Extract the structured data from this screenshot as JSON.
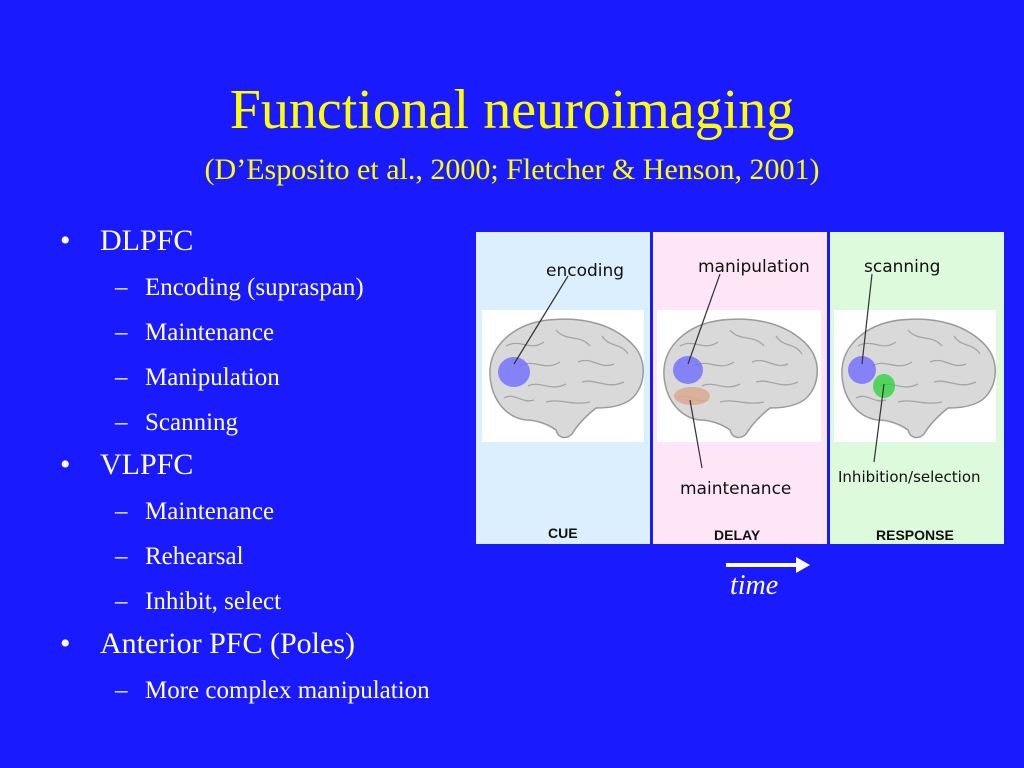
{
  "slide": {
    "title": "Functional neuroimaging",
    "subtitle": "(D’Esposito et al., 2000; Fletcher & Henson, 2001)"
  },
  "bullets": [
    {
      "text": "DLPFC",
      "subitems": [
        "Encoding (supraspan)",
        "Maintenance",
        "Manipulation",
        "Scanning"
      ]
    },
    {
      "text": "VLPFC",
      "subitems": [
        "Maintenance",
        "Rehearsal",
        "Inhibit, select"
      ]
    },
    {
      "text": "Anterior PFC (Poles)",
      "subitems": [
        "More complex manipulation"
      ]
    }
  ],
  "bullet_marker": "•",
  "sub_marker": "–",
  "figure": {
    "labels": {
      "encoding": "encoding",
      "manipulation": "manipulation",
      "scanning": "scanning",
      "maintenance": "maintenance",
      "inhibition": "Inhibition/selection"
    },
    "phases": [
      "CUE",
      "DELAY",
      "RESPONSE"
    ],
    "time_label": "time",
    "colors": {
      "cue_bg": "#dcefff",
      "delay_bg": "#ffe6f6",
      "response_bg": "#ddfadd",
      "dlpfc": "#6f6bff",
      "vlpfc": "#d9a88f",
      "response_region": "#2fd23f"
    }
  }
}
